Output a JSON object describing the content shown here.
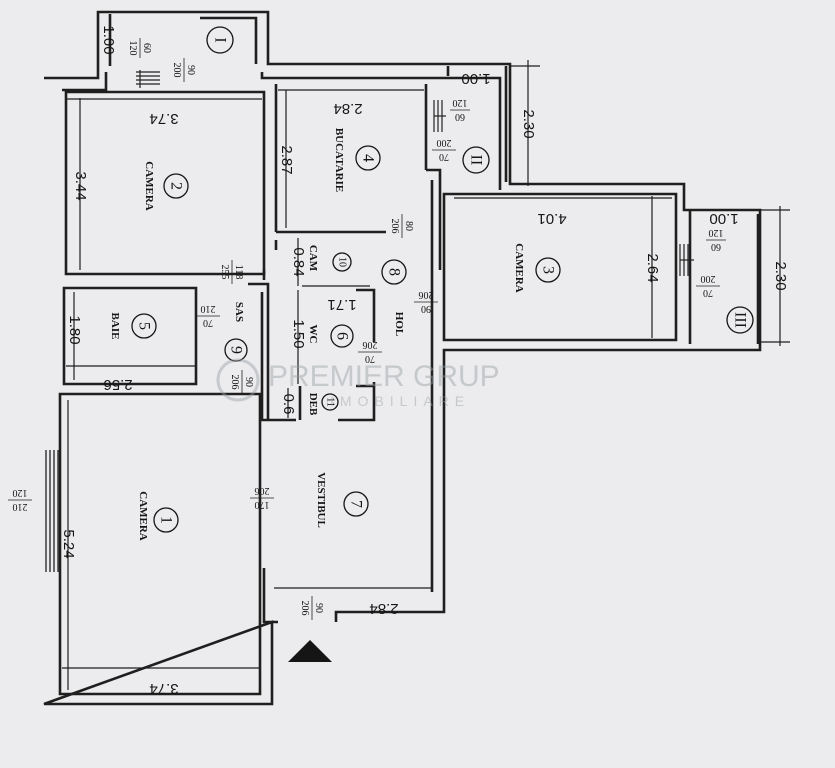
{
  "watermark": {
    "brand": "PREMIER GRUP",
    "sub": "IMOBILIARE"
  },
  "rooms": {
    "r1": {
      "name": "CAMERA",
      "num": "1"
    },
    "r2": {
      "name": "CAMERA",
      "num": "2"
    },
    "r3": {
      "name": "CAMERA",
      "num": "3"
    },
    "r4": {
      "name": "BUCATARIE",
      "num": "4"
    },
    "r5": {
      "name": "BAIE",
      "num": "5"
    },
    "r6": {
      "name": "WC",
      "num": "6"
    },
    "r7": {
      "name": "VESTIBUL",
      "num": "7"
    },
    "r8": {
      "name": "HOL",
      "num": "8"
    },
    "r9": {
      "name": "SAS",
      "num": "9"
    },
    "r10": {
      "name": "CAM",
      "num": "10"
    },
    "r11": {
      "name": "DEB",
      "num": "11"
    }
  },
  "balconies": {
    "b1": "I",
    "b2": "II",
    "b3": "III"
  },
  "dimensions": {
    "d_374_top": "3.74",
    "d_344": "3.44",
    "d_287": "2.87",
    "d_284_top": "2.84",
    "d_230_top": "2.30",
    "d_100_top": "1.00",
    "d_100_balc1": "1.00",
    "d_401": "4.01",
    "d_264": "2.64",
    "d_100_right": "1.00",
    "d_230_right": "2.30",
    "d_084": "0.84",
    "d_171": "1.71",
    "d_150": "1.50",
    "d_180": "1.80",
    "d_256": "2.56",
    "d_060": "0.6",
    "d_524": "5.24",
    "d_374_bottom": "3.74",
    "d_284_bottom": "2.84"
  },
  "openings": {
    "o_60_120": [
      "60",
      "120"
    ],
    "o_90_200": [
      "90",
      "200"
    ],
    "o_60_120_kitchen": [
      "60",
      "120"
    ],
    "o_70_200_kitchen": [
      "70",
      "200"
    ],
    "o_80_206": [
      "80",
      "206"
    ],
    "o_118_255": [
      "118",
      "255"
    ],
    "o_70_210_bath": [
      "70",
      "210"
    ],
    "o_90_206_hol": [
      "90",
      "206"
    ],
    "o_60_120_r3": [
      "60",
      "120"
    ],
    "o_70_200_r3": [
      "70",
      "200"
    ],
    "o_70_206_wc": [
      "70",
      "206"
    ],
    "o_90_206_sas": [
      "90",
      "206"
    ],
    "o_170_206": [
      "170",
      "206"
    ],
    "o_210_120": [
      "210",
      "120"
    ],
    "o_90_206_entry": [
      "90",
      "206"
    ]
  }
}
